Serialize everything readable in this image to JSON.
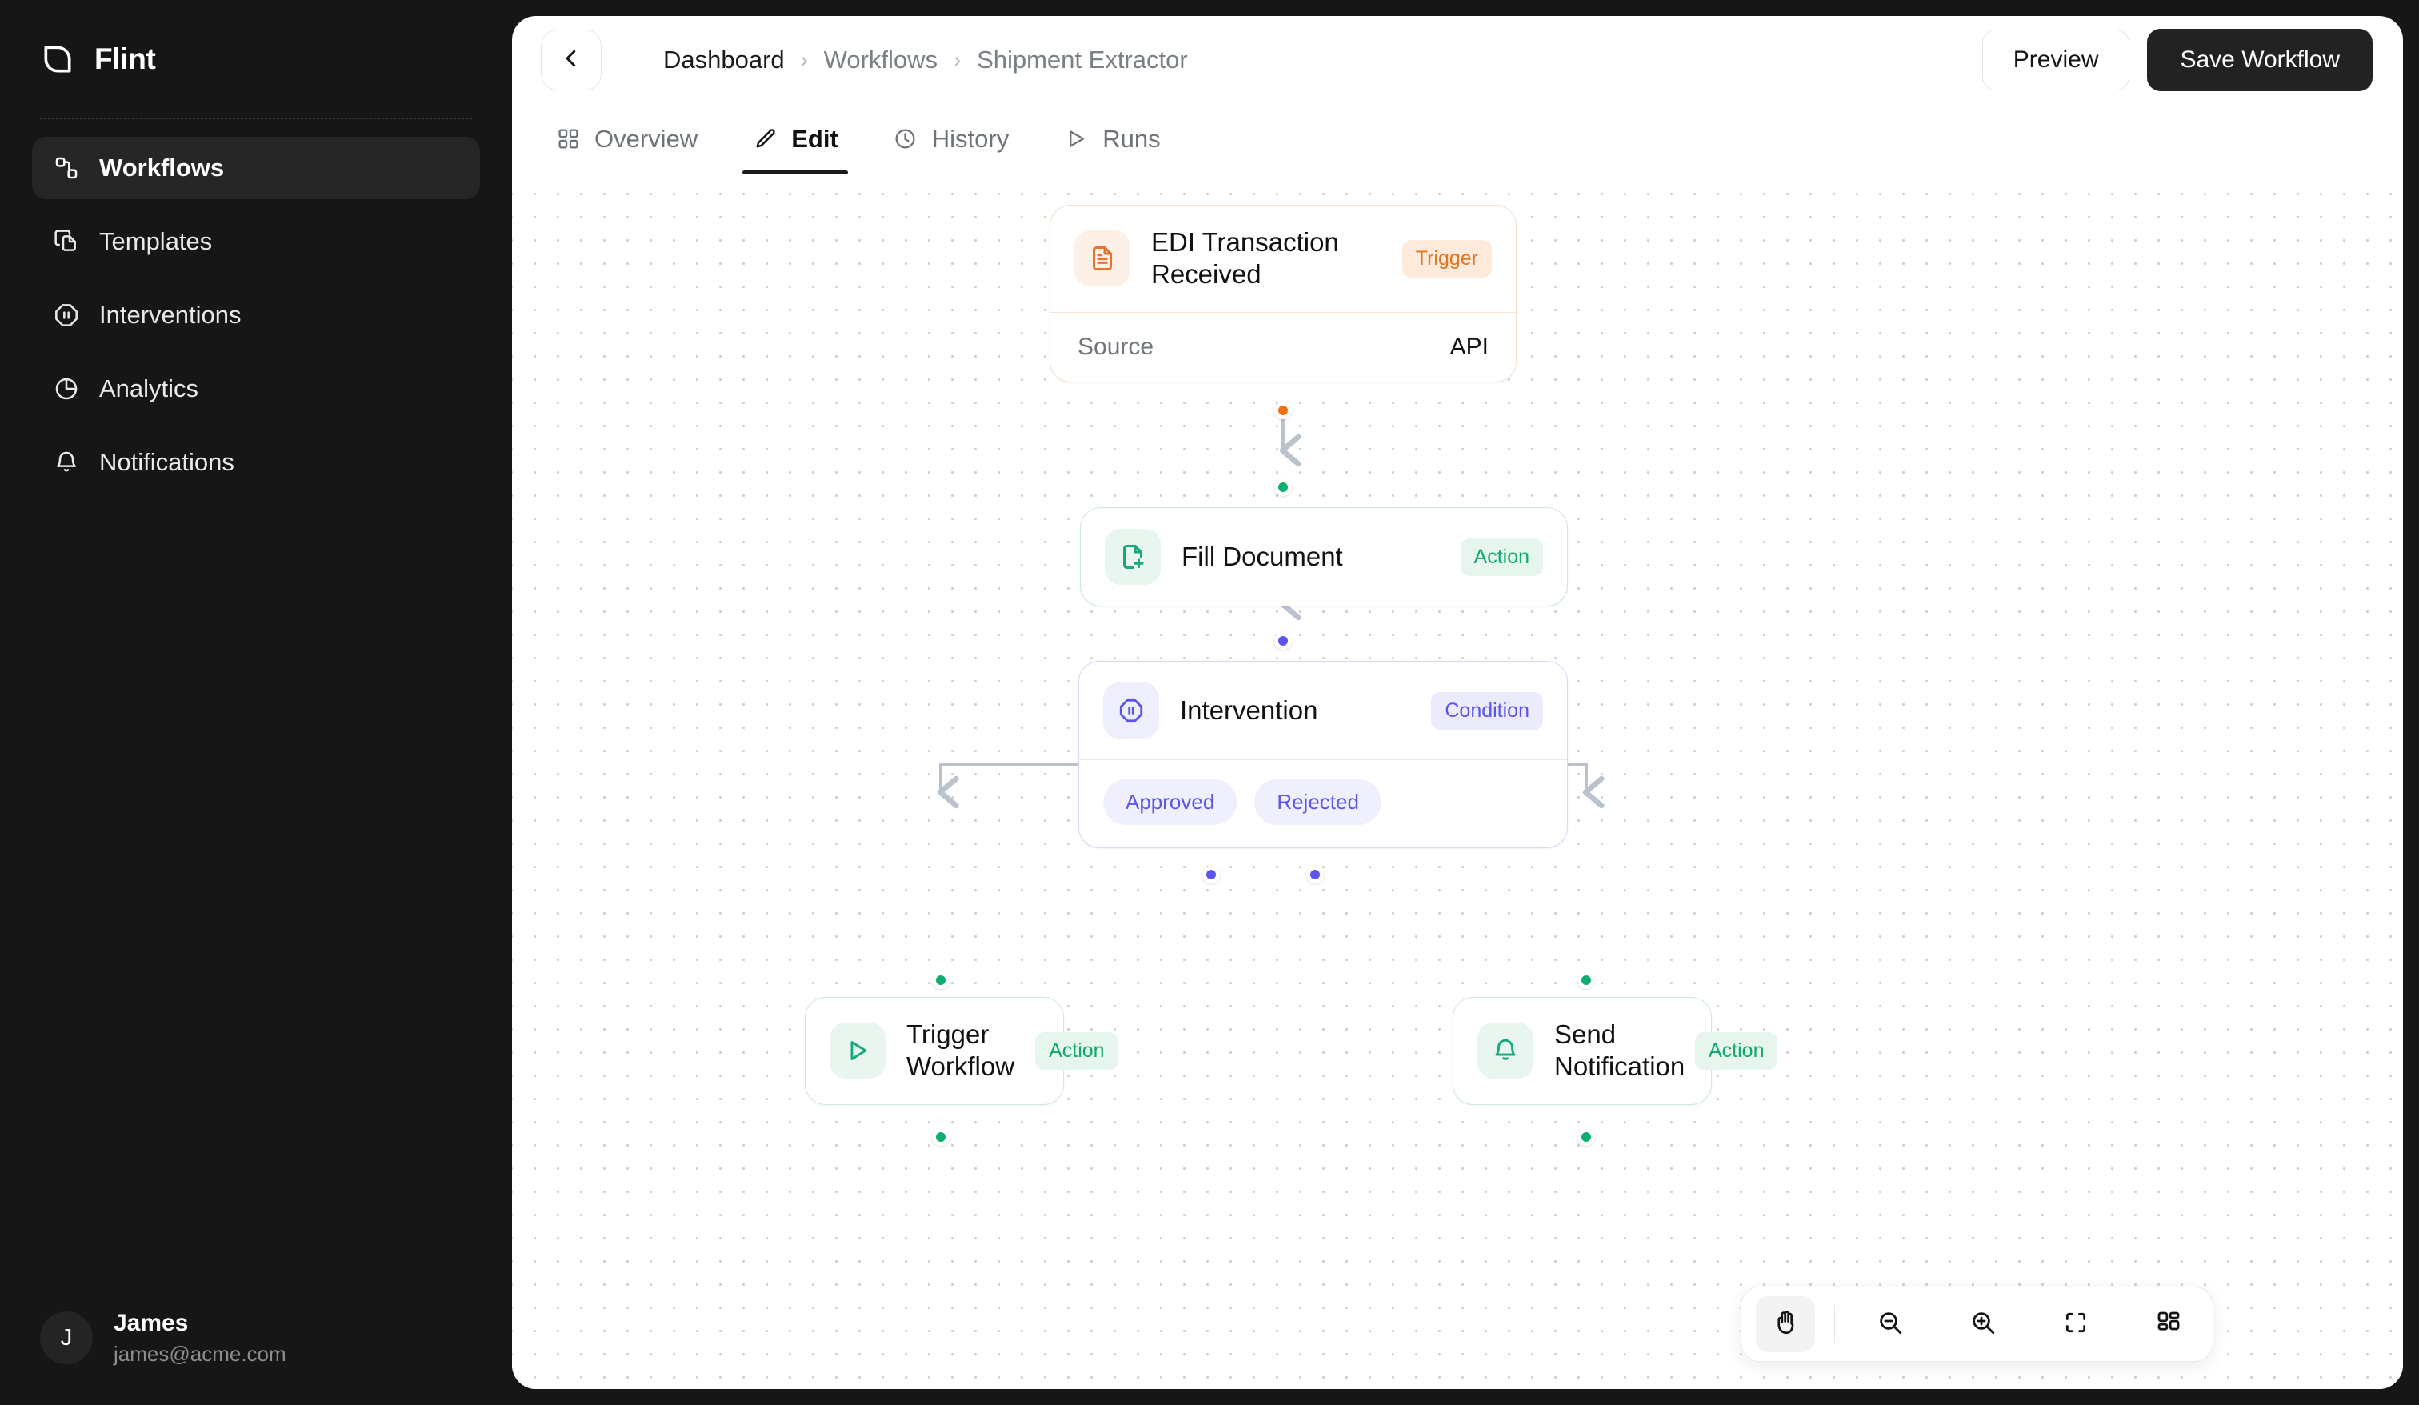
{
  "app": {
    "brand": "Flint",
    "logo_icon": "flint-logo-icon"
  },
  "sidebar": {
    "items": [
      {
        "label": "Workflows",
        "icon": "workflows-icon",
        "active": true
      },
      {
        "label": "Templates",
        "icon": "templates-icon",
        "active": false
      },
      {
        "label": "Interventions",
        "icon": "interventions-icon",
        "active": false
      },
      {
        "label": "Analytics",
        "icon": "analytics-icon",
        "active": false
      },
      {
        "label": "Notifications",
        "icon": "notifications-icon",
        "active": false
      }
    ],
    "profile": {
      "initial": "J",
      "name": "James",
      "email": "james@acme.com"
    }
  },
  "header": {
    "back_icon": "chevron-left-icon",
    "breadcrumb": [
      "Dashboard",
      "Workflows",
      "Shipment Extractor"
    ],
    "separator": "›",
    "preview_label": "Preview",
    "save_label": "Save Workflow"
  },
  "tabs": [
    {
      "label": "Overview",
      "icon": "grid-icon",
      "active": false
    },
    {
      "label": "Edit",
      "icon": "pencil-icon",
      "active": true
    },
    {
      "label": "History",
      "icon": "clock-icon",
      "active": false
    },
    {
      "label": "Runs",
      "icon": "play-icon",
      "active": false
    }
  ],
  "canvas": {
    "nodes": [
      {
        "id": "edi-transaction-received",
        "title": "EDI Transaction Received",
        "badge": "Trigger",
        "icon": "document-text-icon",
        "kind": "trigger",
        "detail_key": "Source",
        "detail_value": "API"
      },
      {
        "id": "fill-document",
        "title": "Fill Document",
        "badge": "Action",
        "icon": "file-plus-icon",
        "kind": "action"
      },
      {
        "id": "intervention",
        "title": "Intervention",
        "badge": "Condition",
        "icon": "octagon-pause-icon",
        "kind": "condition",
        "branches": [
          "Approved",
          "Rejected"
        ]
      },
      {
        "id": "trigger-workflow",
        "title": "Trigger Workflow",
        "badge": "Action",
        "icon": "play-triangle-icon",
        "kind": "action"
      },
      {
        "id": "send-notification",
        "title": "Send Notification",
        "badge": "Action",
        "icon": "bell-icon",
        "kind": "action"
      }
    ],
    "toolbar": [
      {
        "name": "pan-tool",
        "icon": "hand-icon",
        "active": true
      },
      {
        "name": "zoom-out",
        "icon": "zoom-out-icon",
        "active": false
      },
      {
        "name": "zoom-in",
        "icon": "zoom-in-icon",
        "active": false
      },
      {
        "name": "fit-to-screen",
        "icon": "fit-screen-icon",
        "active": false
      },
      {
        "name": "layout",
        "icon": "layout-grid-icon",
        "active": false
      }
    ]
  },
  "colors": {
    "sidebar_bg": "#161616",
    "trigger": "#e2761f",
    "action": "#11a96b",
    "condition": "#5b54ee",
    "port_orange": "#f2700c",
    "port_green": "#0eae6e",
    "port_indigo": "#5b54ee",
    "edge": "#b9c2cd"
  }
}
